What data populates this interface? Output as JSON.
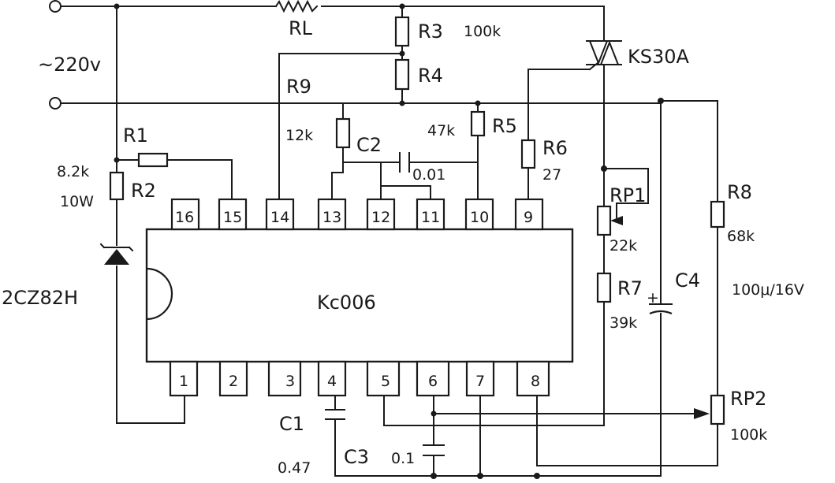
{
  "supply": {
    "voltage": "~220v"
  },
  "ic": {
    "name": "Kc006",
    "pins_top": [
      "16",
      "15",
      "14",
      "13",
      "12",
      "11",
      "10",
      "9"
    ],
    "pins_bottom": [
      "1",
      "2",
      "3",
      "4",
      "5",
      "6",
      "7",
      "8"
    ]
  },
  "parts": {
    "rl": "RL",
    "r1": "R1",
    "r2": "R2",
    "r2_value": "8.2k",
    "r2_power": "10W",
    "r3": "R3",
    "r3_value": "100k",
    "r4": "R4",
    "r5": "R5",
    "r5_value": "47k",
    "r6": "R6",
    "r6_value": "27",
    "r7": "R7",
    "r7_value": "39k",
    "r8": "R8",
    "r8_value": "68k",
    "r9": "R9",
    "r9_value": "12k",
    "c1": "C1",
    "c1_value": "0.47",
    "c2": "C2",
    "c2_value": "0.01",
    "c3": "C3",
    "c3_value": "0.1",
    "c4": "C4",
    "c4_value": "100μ/16V",
    "rp1": "RP1",
    "rp1_value": "22k",
    "rp2": "RP2",
    "rp2_value": "100k",
    "triac": "KS30A",
    "zener": "2CZ82H"
  }
}
